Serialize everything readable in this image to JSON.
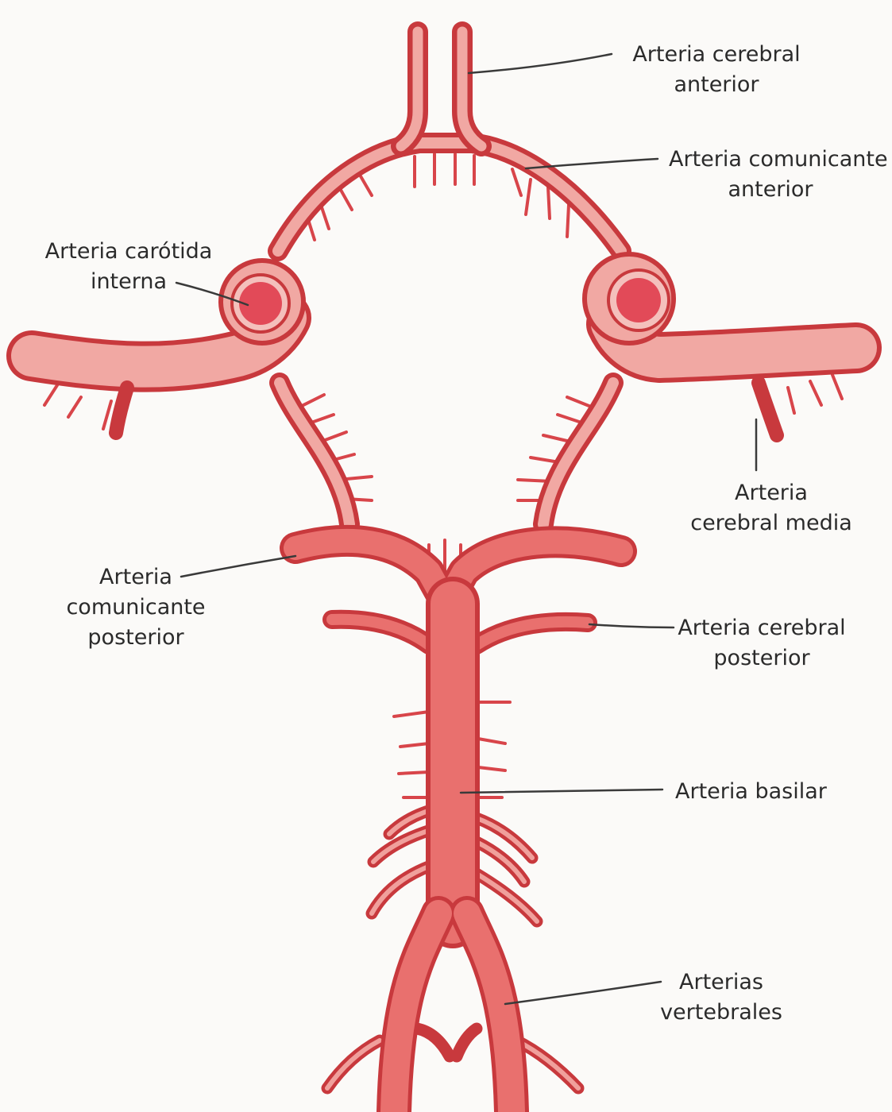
{
  "colors": {
    "vessel_fill": "#e9706e",
    "vessel_stroke": "#c8393d",
    "vessel_pale_fill": "#f1a8a3",
    "carotid_core": "#e24a58",
    "leader_line": "#3a3a3a",
    "text": "#2b2b2b",
    "background": "#fbfaf8"
  },
  "labels": {
    "cerebral_anterior": [
      "Arteria cerebral",
      "anterior"
    ],
    "comunicante_anterior": [
      "Arteria comunicante",
      "anterior"
    ],
    "carotida_interna": [
      "Arteria carótida",
      "interna"
    ],
    "cerebral_media": [
      "Arteria",
      "cerebral media"
    ],
    "comunicante_posterior": [
      "Arteria",
      "comunicante",
      "posterior"
    ],
    "cerebral_posterior": [
      "Arteria cerebral",
      "posterior"
    ],
    "basilar": [
      "Arteria basilar"
    ],
    "vertebrales": [
      "Arterias",
      "vertebrales"
    ]
  }
}
